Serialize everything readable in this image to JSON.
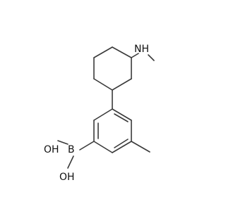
{
  "molecule": {
    "atoms": {
      "nh": "NH",
      "boron": "B",
      "oh_top": "OH",
      "oh_bottom": "OH"
    }
  },
  "colors": {
    "bond": "#3a3a3a",
    "label": "#111111",
    "background": "#ffffff"
  }
}
